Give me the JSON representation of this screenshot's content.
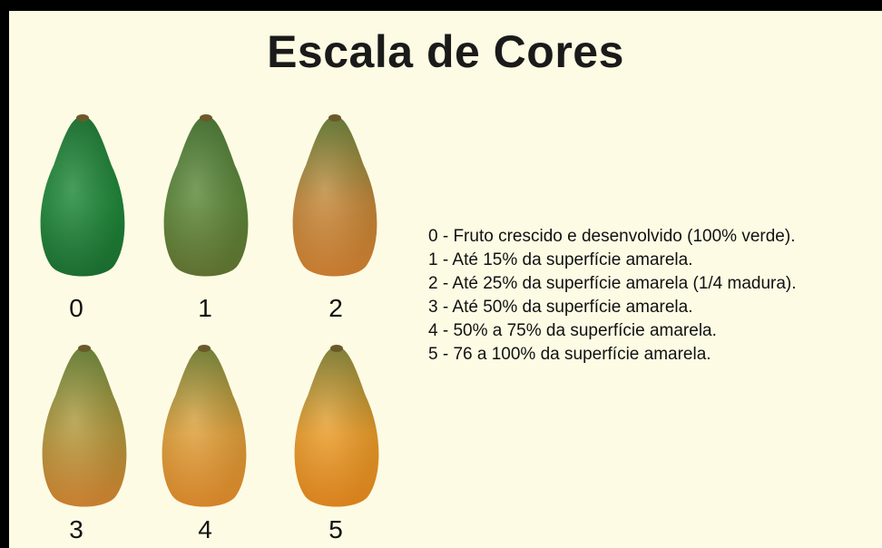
{
  "title": "Escala de Cores",
  "stages": [
    {
      "label": "0",
      "color_top": "#1c7a32",
      "color_mid": "#1f8a3a",
      "color_bottom": "#1e7a34",
      "yellow_fraction": 0.0
    },
    {
      "label": "1",
      "color_top": "#4a7a34",
      "color_mid": "#5f8a3a",
      "color_bottom": "#6a7e34",
      "yellow_fraction": 0.15
    },
    {
      "label": "2",
      "color_top": "#6a8238",
      "color_mid": "#c98a3a",
      "color_bottom": "#e08a34",
      "yellow_fraction": 0.25
    },
    {
      "label": "3",
      "color_top": "#6e8a3a",
      "color_mid": "#b89a3c",
      "color_bottom": "#e28e34",
      "yellow_fraction": 0.5
    },
    {
      "label": "4",
      "color_top": "#7a8a3a",
      "color_mid": "#e4a23a",
      "color_bottom": "#f0952e",
      "yellow_fraction": 0.75
    },
    {
      "label": "5",
      "color_top": "#8a8a3a",
      "color_mid": "#f0a02a",
      "color_bottom": "#f59220",
      "yellow_fraction": 1.0
    }
  ],
  "legend": [
    "0 - Fruto crescido e desenvolvido (100% verde).",
    "1 - Até 15% da superfície amarela.",
    "2 - Até 25% da superfície amarela (1/4 madura).",
    "3 - Até 50% da superfície amarela.",
    "4 - 50% a 75% da superfície amarela.",
    "5 - 76 a 100% da superfície amarela."
  ]
}
